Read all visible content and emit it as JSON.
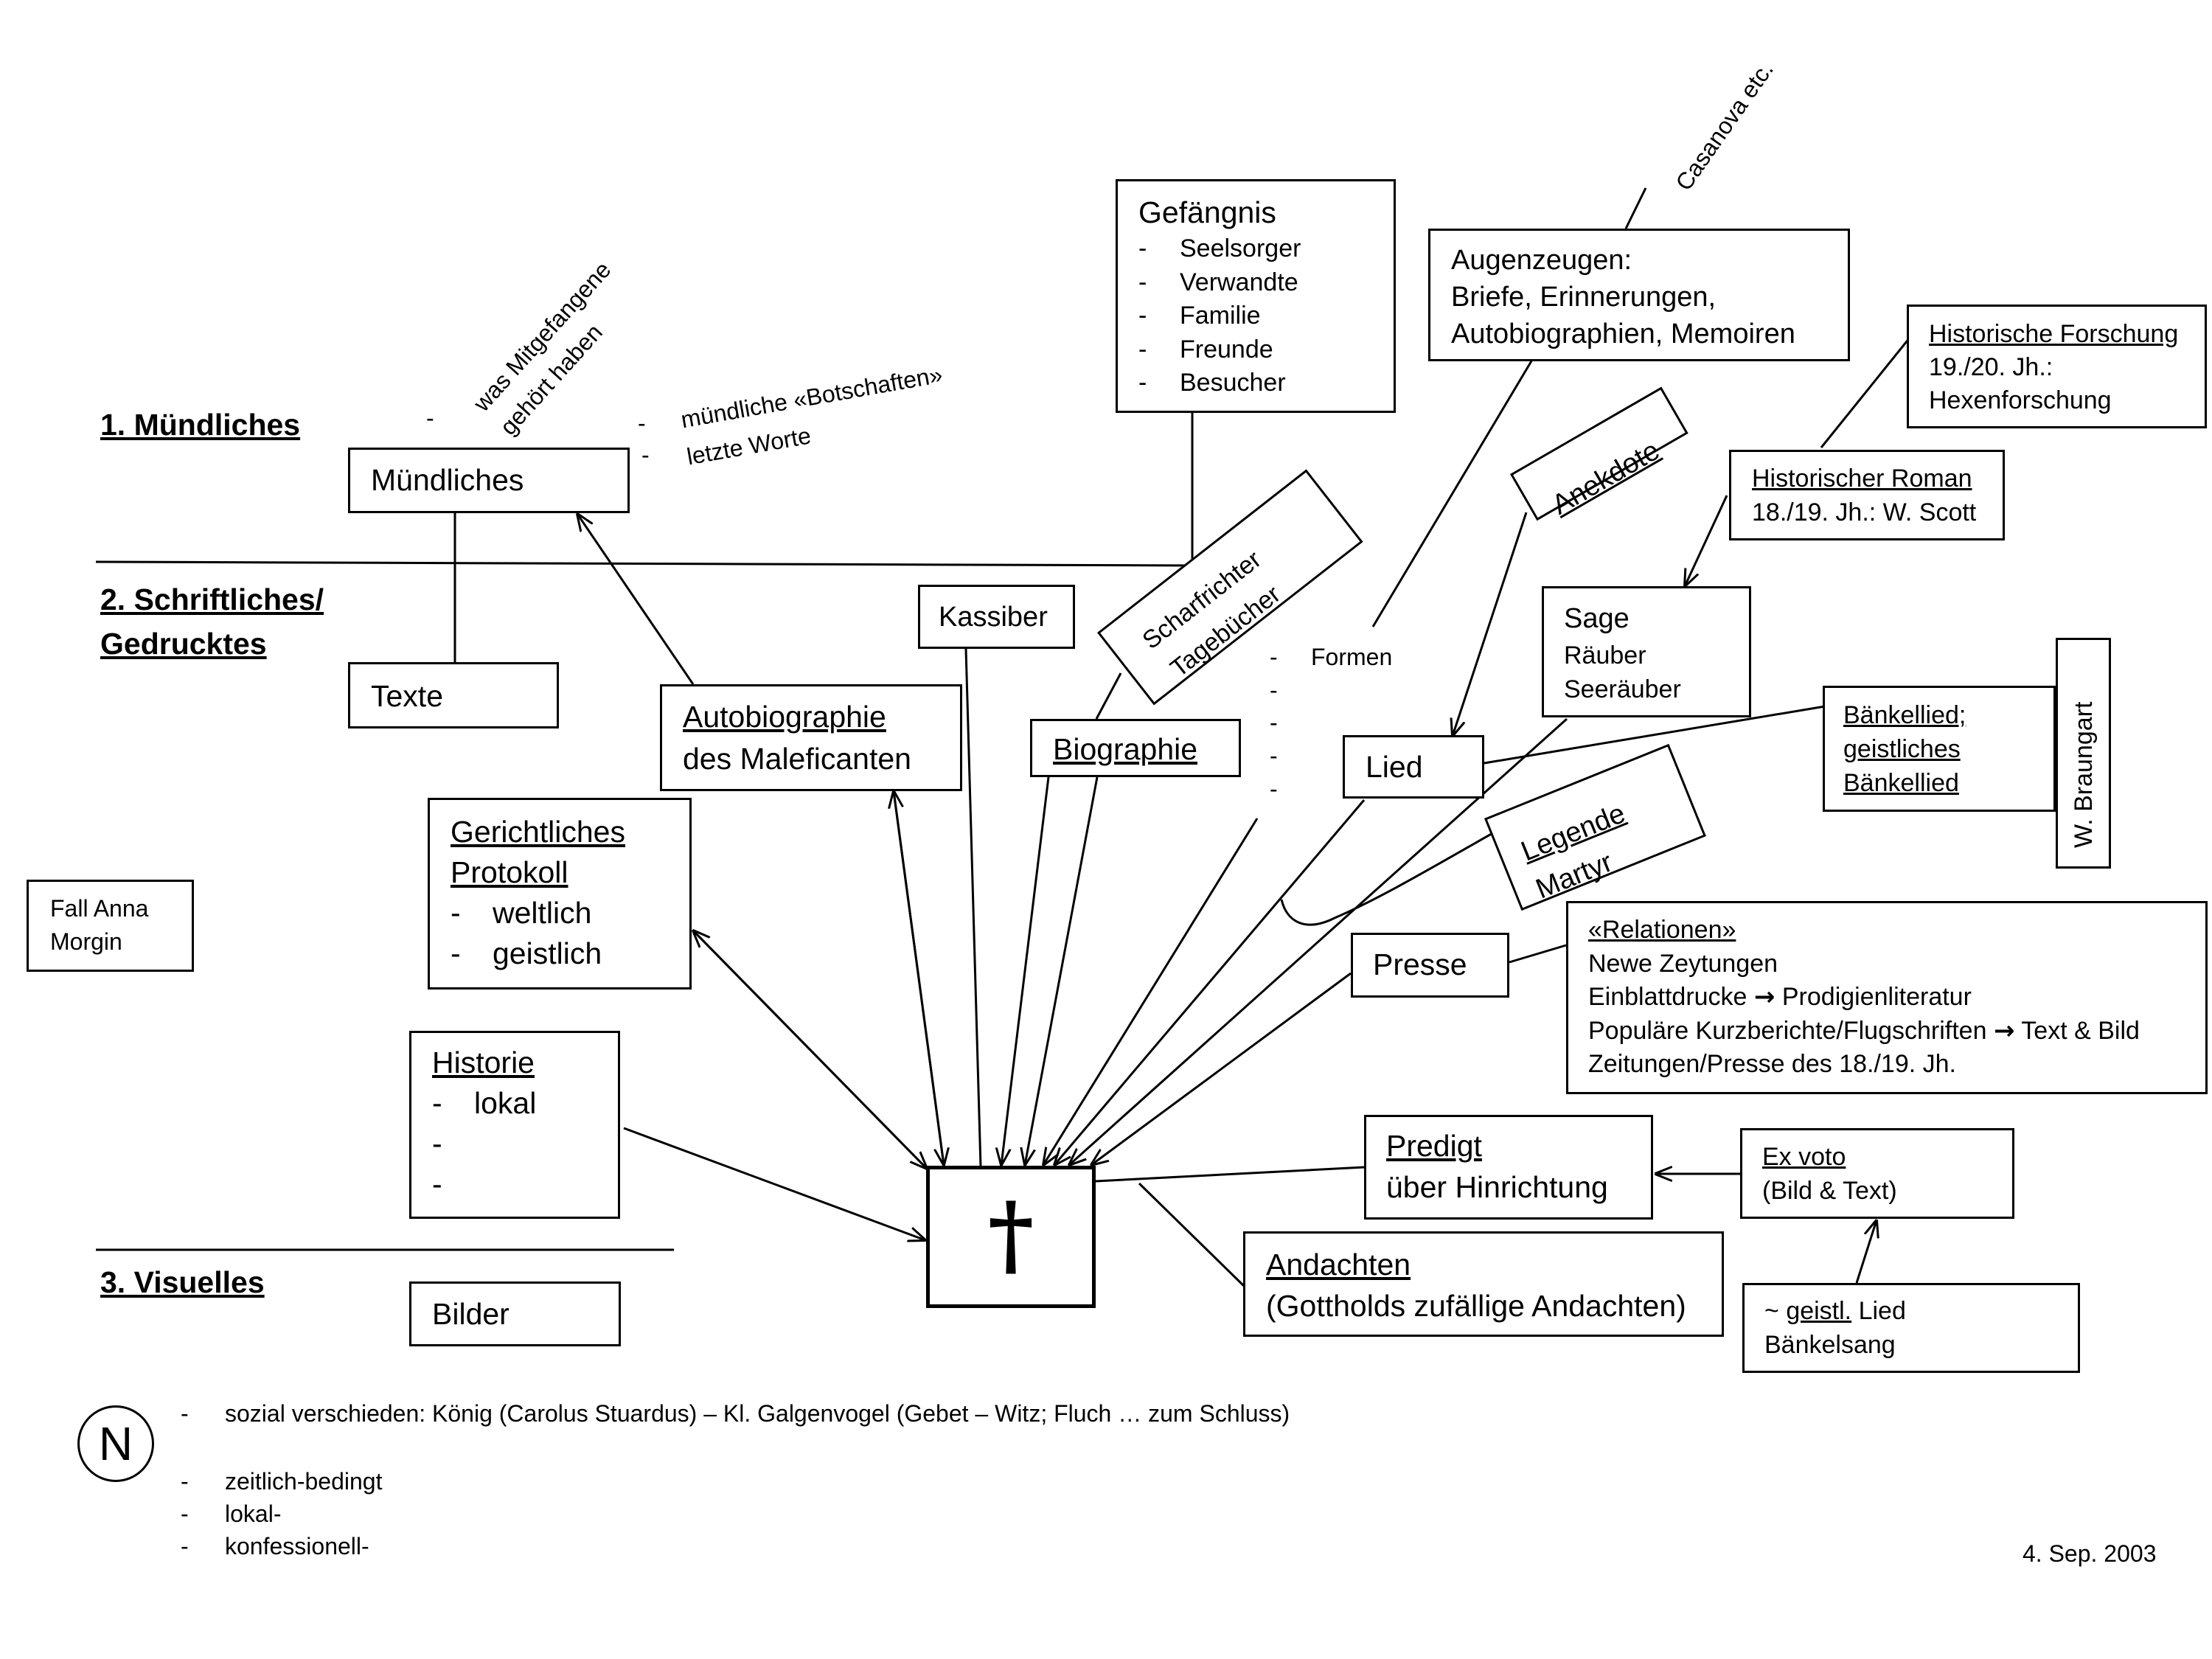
{
  "sections": {
    "oral": "1. Mündliches",
    "written_1": "2. Schriftliches/",
    "written_2": "Gedrucktes",
    "visual": "3. Visuelles"
  },
  "center_symbol": "†",
  "boxes": {
    "muendliches": "Mündliches",
    "texte": "Texte",
    "bilder": "Bilder",
    "kassiber": "Kassiber",
    "fall_anna_morgin": [
      "Fall Anna",
      "Morgin"
    ],
    "autobiographie": [
      "Autobiographie",
      "des Maleficanten"
    ],
    "biographie": "Biographie",
    "gerichtliches_protokoll": [
      "Gerichtliches",
      "Protokoll",
      "weltlich",
      "geistlich"
    ],
    "historie": [
      "Historie",
      "lokal"
    ],
    "gefaengnis": {
      "title": "Gefängnis",
      "items": [
        "Seelsorger",
        "Verwandte",
        "Familie",
        "Freunde",
        "Besucher"
      ]
    },
    "augenzeugen": [
      "Augenzeugen:",
      "Briefe, Erinnerungen,",
      "Autobiographien, Memoiren"
    ],
    "historische_forschung": [
      "Historische Forschung",
      "19./20.  Jh.:",
      "Hexenforschung"
    ],
    "historischer_roman": [
      "Historischer Roman",
      "18./19. Jh.: W. Scott"
    ],
    "sage": [
      "Sage",
      "Räuber",
      "Seeräuber"
    ],
    "lied": "Lied",
    "baenkellied": [
      "Bänkellied;",
      "geistliches",
      "Bänkellied"
    ],
    "w_braungart": "W.  Braungart",
    "presse": "Presse",
    "relationen": [
      "«Relationen»",
      "Newe Zeytungen",
      "Einblattdrucke",
      "Prodigienliteratur",
      "Populäre Kurzberichte/Flugschriften",
      "Text & Bild",
      "Zeitungen/Presse des 18./19. Jh."
    ],
    "predigt": [
      "Predigt",
      "über Hinrichtung"
    ],
    "ex_voto": [
      "Ex voto",
      "(Bild & Text)"
    ],
    "andachten": [
      "Andachten",
      "(Gottholds zufällige Andachten)"
    ],
    "geistl_lied": [
      "~ ",
      "geistl.",
      " Lied",
      "Bänkelsang"
    ],
    "scharfrichter": [
      "Scharfrichter",
      "Tagebücher"
    ],
    "anekdote": "Anekdote",
    "legende": [
      "Legende",
      "Martyr"
    ]
  },
  "annotations": {
    "mitgefangene": [
      "was Mitgefangene",
      "gehört haben"
    ],
    "botschaften": "mündliche «Botschaften»",
    "letzte_worte": "letzte Worte",
    "casanova": "Casanova etc.",
    "formen": "Formen",
    "dash": "-",
    "arrow": "→"
  },
  "notes": {
    "n_symbol": "N",
    "items": [
      "sozial verschieden: König (Carolus Stuardus) – Kl. Galgenvogel (Gebet – Witz; Fluch … zum Schluss)",
      "zeitlich-bedingt",
      "lokal-",
      "konfessionell-"
    ]
  },
  "date": "4. Sep. 2003"
}
